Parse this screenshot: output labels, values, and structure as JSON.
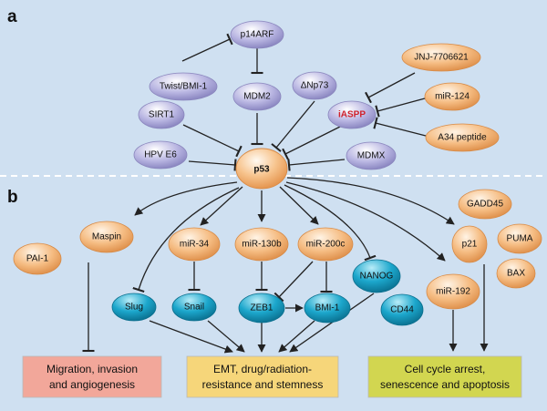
{
  "panels": {
    "a": "a",
    "b": "b"
  },
  "colors": {
    "background": "#cfe0f1",
    "purple_node": "#a9a6d6",
    "orange_node": "#f3b77c",
    "teal_node": "#1aa3c8",
    "red_box": "#f2a79a",
    "yellow_box": "#f6d67a",
    "green_box": "#d2d650",
    "iaspp_text": "#d0212b",
    "edge": "#222222"
  },
  "nodes": {
    "p14arf": "p14ARF",
    "twist_bmi1": "Twist/BMI-1",
    "mdm2": "MDM2",
    "dnp73": "ΔNp73",
    "sirt1": "SIRT1",
    "iaspp": "iASPP",
    "jnj": "JNJ-7706621",
    "mir124": "miR-124",
    "a34": "A34 peptide",
    "hpv_e6": "HPV E6",
    "mdmx": "MDMX",
    "p53": "p53",
    "maspin": "Maspin",
    "pai1": "PAI-1",
    "mir34": "miR-34",
    "mir130b": "miR-130b",
    "mir200c": "miR-200c",
    "slug": "Slug",
    "snail": "Snail",
    "zeb1": "ZEB1",
    "bmi1": "BMI-1",
    "nanog": "NANOG",
    "cd44": "CD44",
    "gadd45": "GADD45",
    "p21": "p21",
    "puma": "PUMA",
    "bax": "BAX",
    "mir192": "miR-192"
  },
  "outcomes": {
    "migration": [
      "Migration, invasion",
      "and angiogenesis"
    ],
    "emt": [
      "EMT, drug/radiation-",
      "resistance and stemness"
    ],
    "cell_cycle": [
      "Cell cycle arrest,",
      "senescence and apoptosis"
    ]
  }
}
